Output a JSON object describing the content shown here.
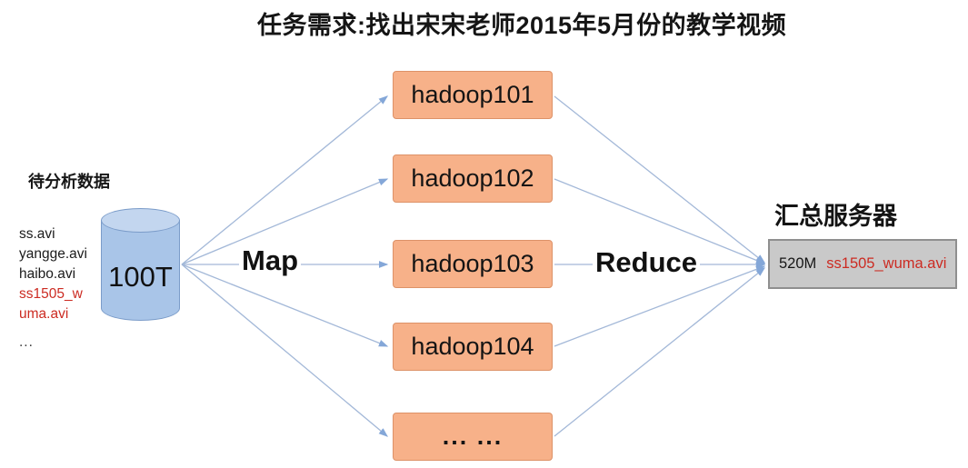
{
  "title": "任务需求:找出宋宋老师2015年5月份的教学视频",
  "source": {
    "label": "待分析数据",
    "capacity": "100T",
    "file_lines": [
      {
        "text": "ss.avi"
      },
      {
        "text": "yangge.avi"
      },
      {
        "text": "haibo.avi"
      },
      {
        "text": "ss1505_w"
      },
      {
        "text": "uma.avi"
      },
      {
        "text": "..."
      }
    ]
  },
  "map_label": "Map",
  "reduce_label": "Reduce",
  "mappers": [
    "hadoop101",
    "hadoop102",
    "hadoop103",
    "hadoop104",
    "... ..."
  ],
  "summary": {
    "title": "汇总服务器",
    "size": "520M",
    "file": "ss1505_wuma.avi"
  },
  "colors": {
    "mapper_fill": "#f7b189",
    "mapper_border": "#dd9268",
    "cylinder_fill": "#a9c5e8",
    "cylinder_border": "#7b9cc9",
    "summary_fill": "#c9c9c9",
    "summary_border": "#8f8f8f",
    "arrow": "#a3b8d8",
    "arrowhead": "#84a7d8",
    "highlight_red": "#cc2b22"
  }
}
